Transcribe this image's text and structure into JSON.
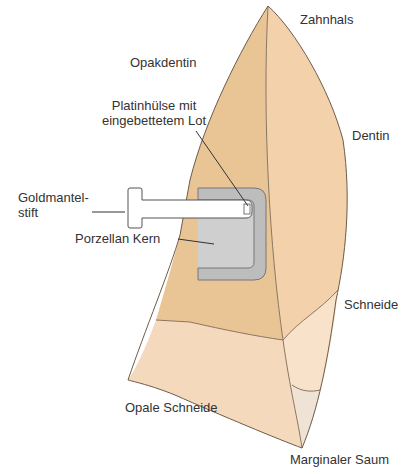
{
  "diagram": {
    "labels": [
      "Zahnhals",
      "Opakdentin",
      "Platinhülse mit eingebettetem Lot",
      "Dentin",
      "Goldmantel- stift",
      "Porzellan Kern",
      "Schneide",
      "Opale Schneide",
      "Marginaler Saum"
    ]
  }
}
